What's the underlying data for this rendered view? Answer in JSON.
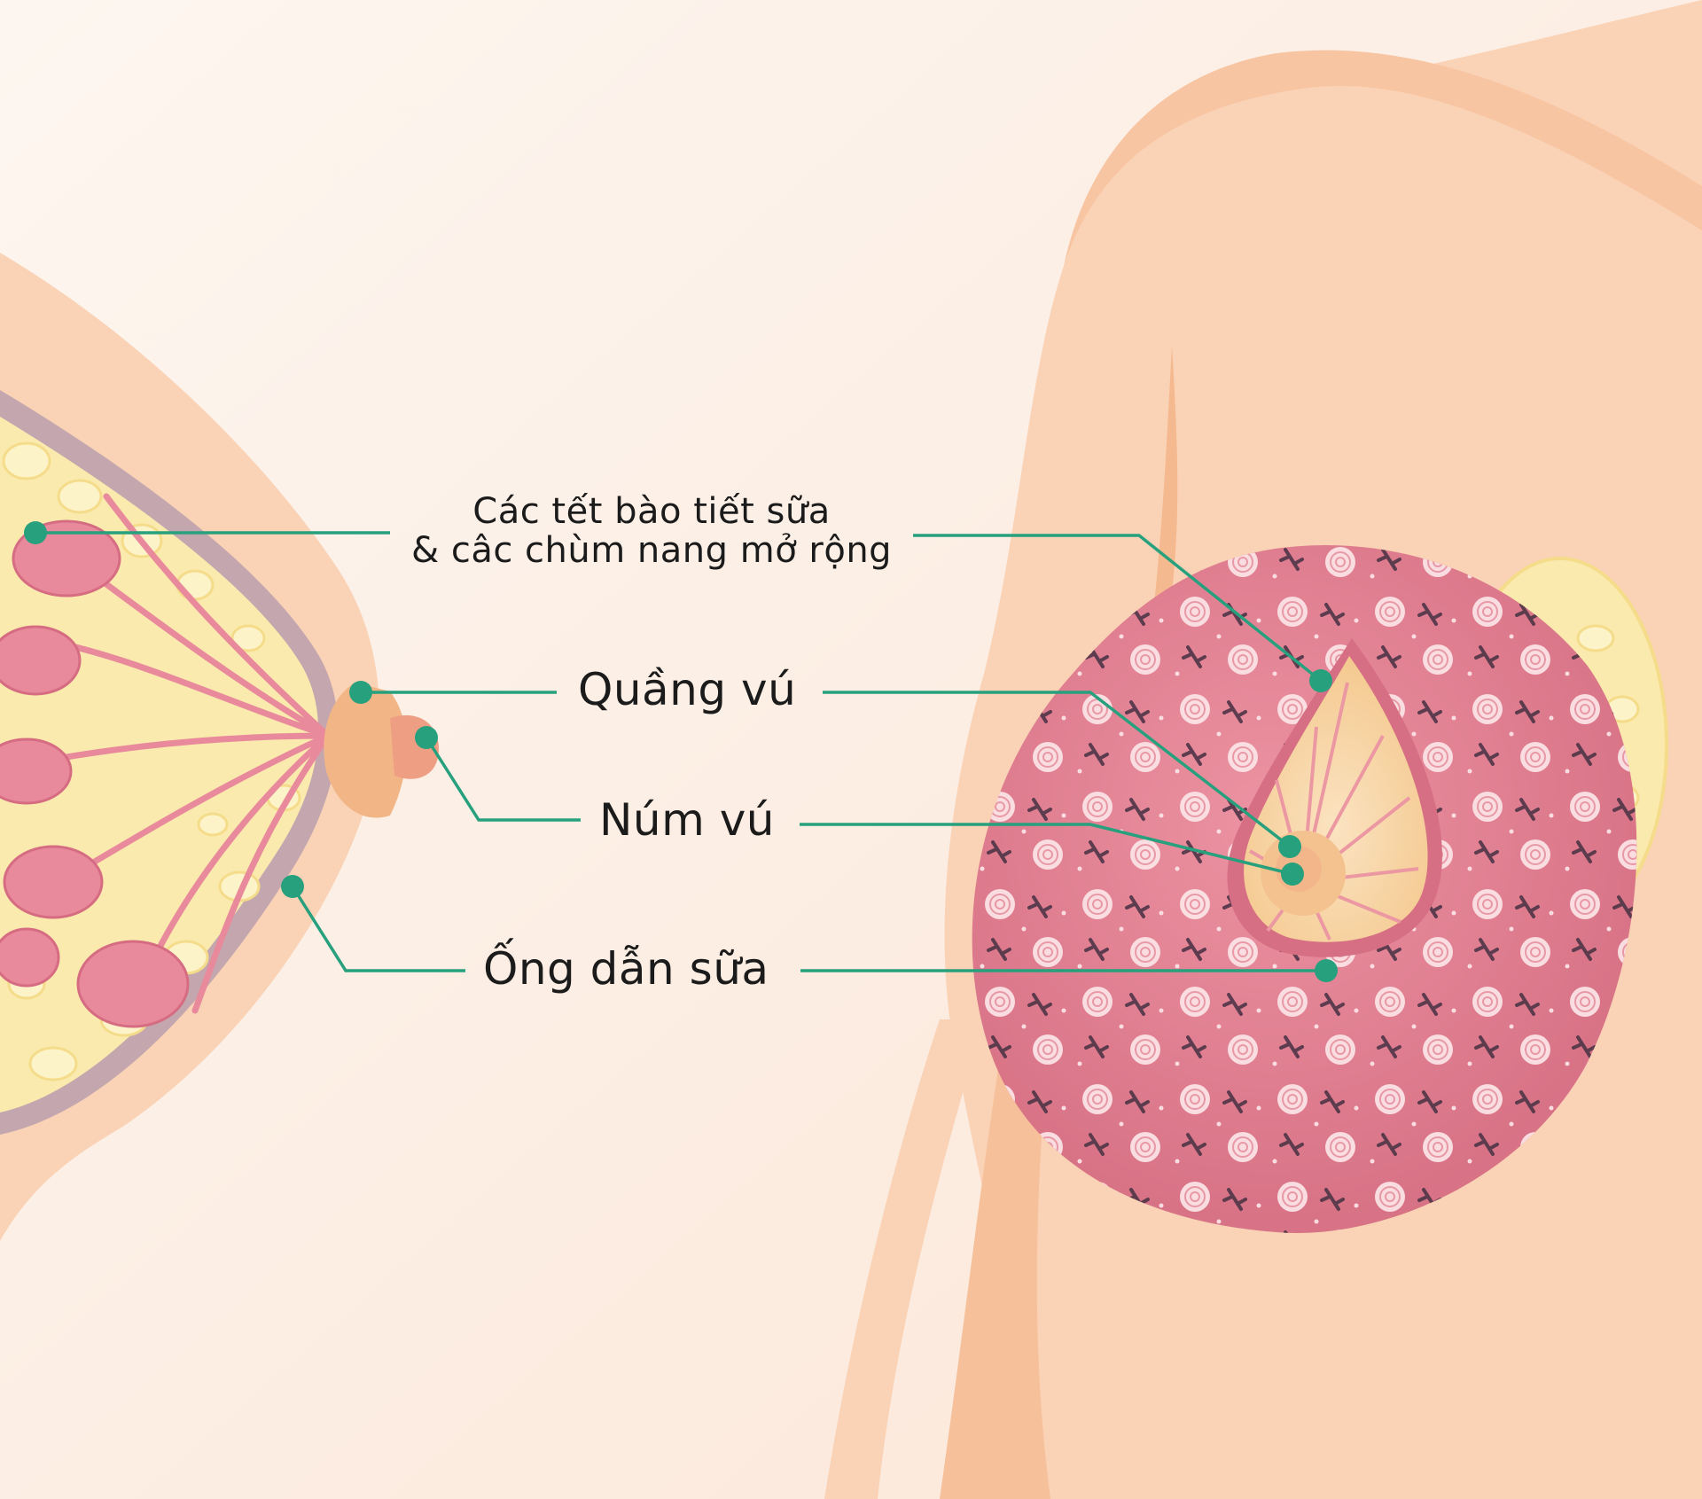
{
  "labels": {
    "milk_cells_line1": "Các tết bào tiết sữa",
    "milk_cells_line2": "& câc chùm nang mở rộng",
    "areola": "Quầng vú",
    "nipple": "Núm vú",
    "milk_ducts": "Ống dẫn sữa"
  },
  "colors": {
    "background": "#fcefe5",
    "skin": "#fad2b5",
    "skin_shadow": "#f6c09b",
    "leader_line": "#27a07d",
    "fat": "#faeaae",
    "gland": "#e88a9c",
    "pad": "#de7a8c",
    "rose": "#fbe2e5",
    "leaf": "#55384a"
  }
}
